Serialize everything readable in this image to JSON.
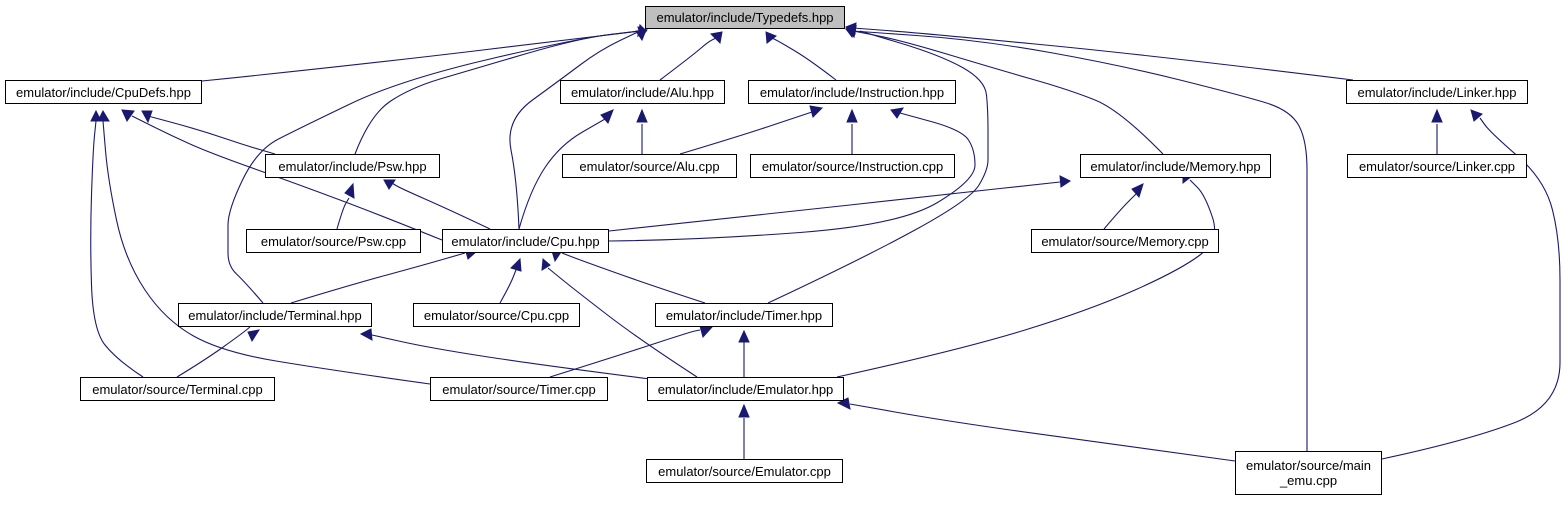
{
  "graph": {
    "colors": {
      "edge": "#191970",
      "root_fill": "#bfbfbf",
      "node_fill": "#ffffff",
      "node_border": "#000000"
    },
    "nodes": [
      {
        "id": "typedefs",
        "label": "emulator/include/Typedefs.hpp",
        "root": true
      },
      {
        "id": "cpudefs",
        "label": "emulator/include/CpuDefs.hpp"
      },
      {
        "id": "alu_hpp",
        "label": "emulator/include/Alu.hpp"
      },
      {
        "id": "instr_hpp",
        "label": "emulator/include/Instruction.hpp"
      },
      {
        "id": "linker_hpp",
        "label": "emulator/include/Linker.hpp"
      },
      {
        "id": "psw_hpp",
        "label": "emulator/include/Psw.hpp"
      },
      {
        "id": "alu_cpp",
        "label": "emulator/source/Alu.cpp"
      },
      {
        "id": "instr_cpp",
        "label": "emulator/source/Instruction.cpp"
      },
      {
        "id": "memory_hpp",
        "label": "emulator/include/Memory.hpp"
      },
      {
        "id": "linker_cpp",
        "label": "emulator/source/Linker.cpp"
      },
      {
        "id": "psw_cpp",
        "label": "emulator/source/Psw.cpp"
      },
      {
        "id": "cpu_hpp",
        "label": "emulator/include/Cpu.hpp"
      },
      {
        "id": "memory_cpp",
        "label": "emulator/source/Memory.cpp"
      },
      {
        "id": "terminal_hpp",
        "label": "emulator/include/Terminal.hpp"
      },
      {
        "id": "cpu_cpp",
        "label": "emulator/source/Cpu.cpp"
      },
      {
        "id": "timer_hpp",
        "label": "emulator/include/Timer.hpp"
      },
      {
        "id": "terminal_cpp",
        "label": "emulator/source/Terminal.cpp"
      },
      {
        "id": "timer_cpp",
        "label": "emulator/source/Timer.cpp"
      },
      {
        "id": "emulator_hpp",
        "label": "emulator/include/Emulator.hpp"
      },
      {
        "id": "emulator_cpp",
        "label": "emulator/source/Emulator.cpp"
      },
      {
        "id": "main_emu",
        "label": "emulator/source/main\n_emu.cpp"
      }
    ],
    "edges": [
      {
        "from": "cpudefs",
        "to": "typedefs"
      },
      {
        "from": "terminal_hpp",
        "to": "typedefs"
      },
      {
        "from": "psw_hpp",
        "to": "typedefs"
      },
      {
        "from": "cpu_hpp",
        "to": "typedefs"
      },
      {
        "from": "alu_hpp",
        "to": "typedefs"
      },
      {
        "from": "instr_hpp",
        "to": "typedefs"
      },
      {
        "from": "timer_hpp",
        "to": "typedefs"
      },
      {
        "from": "memory_hpp",
        "to": "typedefs"
      },
      {
        "from": "main_emu",
        "to": "typedefs"
      },
      {
        "from": "linker_hpp",
        "to": "typedefs"
      },
      {
        "from": "psw_hpp",
        "to": "cpudefs"
      },
      {
        "from": "cpu_hpp",
        "to": "cpudefs"
      },
      {
        "from": "timer_cpp",
        "to": "cpudefs"
      },
      {
        "from": "terminal_cpp",
        "to": "cpudefs"
      },
      {
        "from": "alu_cpp",
        "to": "alu_hpp"
      },
      {
        "from": "cpu_hpp",
        "to": "alu_hpp"
      },
      {
        "from": "alu_cpp",
        "to": "instr_hpp"
      },
      {
        "from": "instr_cpp",
        "to": "instr_hpp"
      },
      {
        "from": "cpu_hpp",
        "to": "instr_hpp"
      },
      {
        "from": "linker_cpp",
        "to": "linker_hpp"
      },
      {
        "from": "main_emu",
        "to": "linker_hpp"
      },
      {
        "from": "psw_cpp",
        "to": "psw_hpp"
      },
      {
        "from": "cpu_hpp",
        "to": "psw_hpp"
      },
      {
        "from": "cpu_hpp",
        "to": "memory_hpp"
      },
      {
        "from": "memory_cpp",
        "to": "memory_hpp"
      },
      {
        "from": "emulator_hpp",
        "to": "memory_hpp"
      },
      {
        "from": "terminal_hpp",
        "to": "cpu_hpp"
      },
      {
        "from": "cpu_cpp",
        "to": "cpu_hpp"
      },
      {
        "from": "timer_hpp",
        "to": "cpu_hpp"
      },
      {
        "from": "emulator_hpp",
        "to": "cpu_hpp"
      },
      {
        "from": "terminal_cpp",
        "to": "terminal_hpp"
      },
      {
        "from": "emulator_hpp",
        "to": "terminal_hpp"
      },
      {
        "from": "timer_cpp",
        "to": "timer_hpp"
      },
      {
        "from": "emulator_hpp",
        "to": "timer_hpp"
      },
      {
        "from": "emulator_cpp",
        "to": "emulator_hpp"
      },
      {
        "from": "main_emu",
        "to": "emulator_hpp"
      }
    ]
  }
}
